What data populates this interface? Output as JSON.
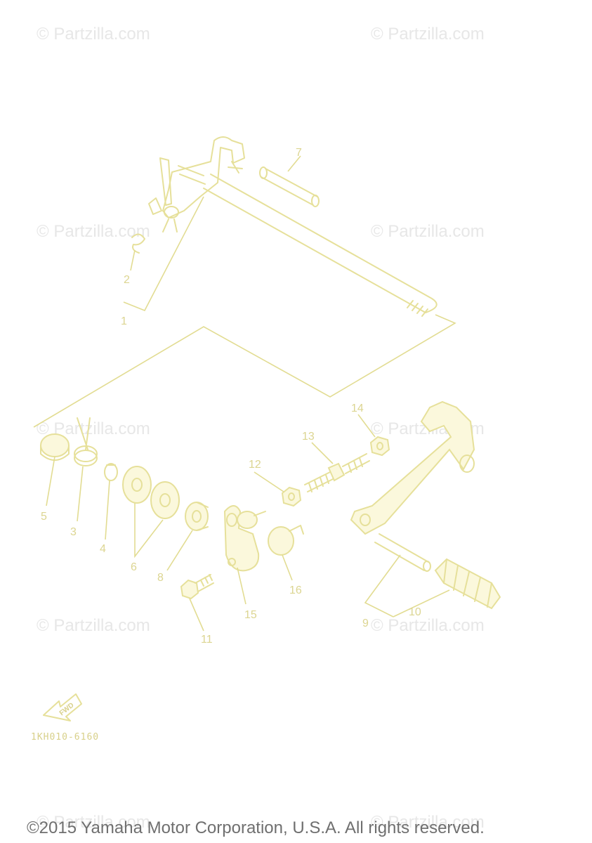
{
  "watermark": "© Partzilla.com",
  "callouts": [
    "1",
    "2",
    "3",
    "4",
    "5",
    "6",
    "7",
    "8",
    "9",
    "10",
    "11",
    "12",
    "13",
    "14",
    "15",
    "16"
  ],
  "fwd_label": "FWD",
  "diagram_code": "1KH010-6160",
  "copyright": "©2015 Yamaha Motor Corporation, U.S.A. All rights reserved.",
  "colors": {
    "line": "#e6e09a",
    "watermark": "#e7e7e7",
    "copyright": "#6f6f6f"
  }
}
